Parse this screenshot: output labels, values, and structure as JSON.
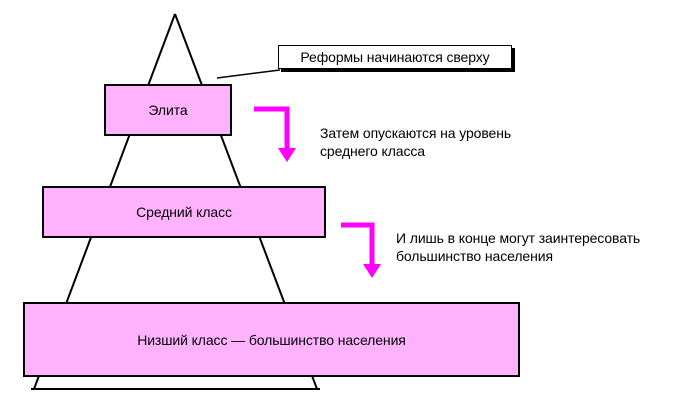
{
  "diagram": {
    "levels": [
      {
        "label": "Элита"
      },
      {
        "label": "Средний класс"
      },
      {
        "label": "Низший класс — большинство населения"
      }
    ],
    "callout": "Реформы начинаются сверху",
    "notes": [
      {
        "line1": "Затем опускаются на уровень",
        "line2": "среднего класса"
      },
      {
        "line1": "И лишь в конце могут заинтересовать",
        "line2": "большинство населения"
      }
    ],
    "colors": {
      "box_fill": "#ffb3ff",
      "arrow": "#ff00ff",
      "outline": "#000000"
    }
  }
}
